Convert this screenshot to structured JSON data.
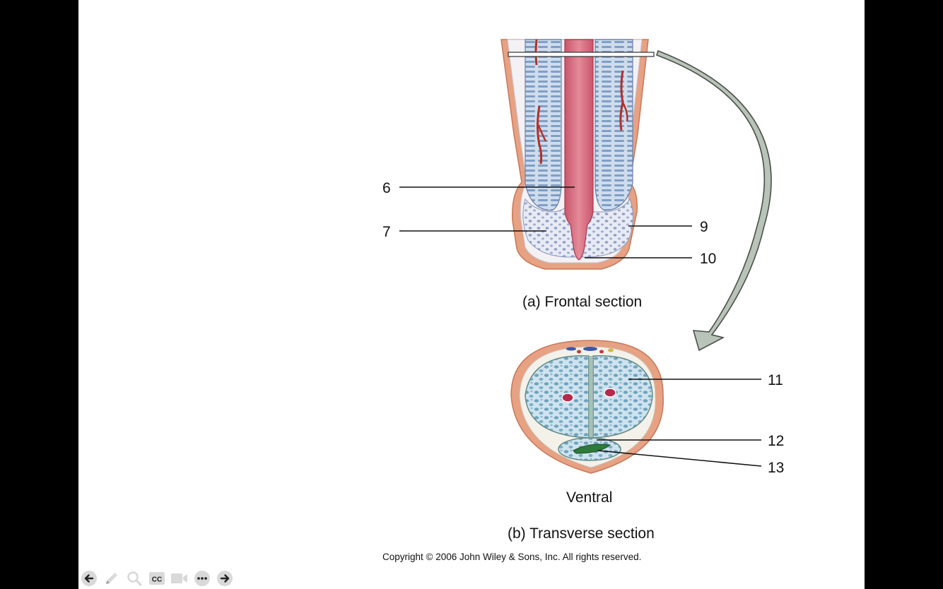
{
  "labels": {
    "l6": "6",
    "l7": "7",
    "l9": "9",
    "l10": "10",
    "l11": "11",
    "l12": "12",
    "l13": "13"
  },
  "captions": {
    "frontal": "(a)  Frontal section",
    "ventral": "Ventral",
    "transverse": "(b)  Transverse section"
  },
  "copyright": "Copyright © 2006 John Wiley & Sons, Inc.  All rights reserved.",
  "toolbar": [
    {
      "name": "previous-slide-button",
      "icon": "arrow-left-icon"
    },
    {
      "name": "pen-tool-button",
      "icon": "pencil-icon"
    },
    {
      "name": "zoom-button",
      "icon": "magnifier-icon"
    },
    {
      "name": "subtitles-button",
      "icon": "cc-icon",
      "text": "CC"
    },
    {
      "name": "camera-button",
      "icon": "video-camera-icon"
    },
    {
      "name": "more-options-button",
      "icon": "ellipsis-icon"
    },
    {
      "name": "next-slide-button",
      "icon": "arrow-right-icon"
    }
  ],
  "colors": {
    "skin": "#e7a183",
    "erectile_blue": "#a9c6e0",
    "corpus_fill": "#bcd9e5",
    "urethra": "#d96a7e",
    "arrow_gray": "#b9c4b9"
  }
}
